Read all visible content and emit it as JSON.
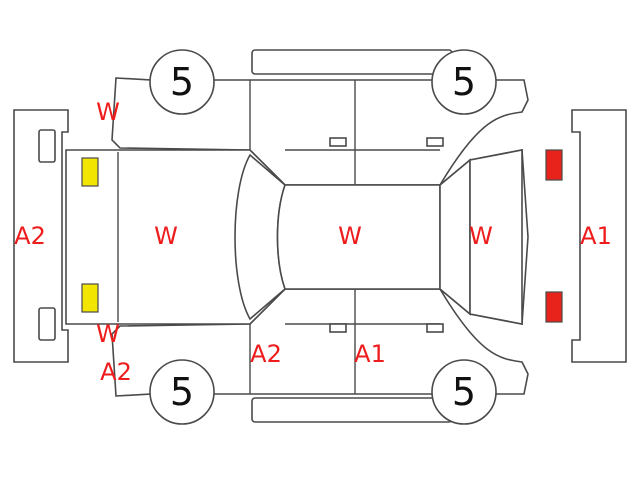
{
  "colors": {
    "outline": "#4a4a4a",
    "mark_text": "#ee1c1c",
    "wheel_text": "#111111",
    "amber_lamp": "#f2e600",
    "red_lamp": "#e8231b"
  },
  "wheels": {
    "front_left": "5",
    "front_right": "5",
    "rear_left": "5",
    "rear_right": "5"
  },
  "marks": {
    "rear_bumper": "A2",
    "rear_fender_top": "W",
    "rear_fender_bottom": "W",
    "rear_corner_bottom": "A2",
    "trunk": "W",
    "roof": "W",
    "hood": "W",
    "front_bumper": "A1",
    "rear_door_bottom": "A2",
    "front_door_bottom": "A1"
  }
}
